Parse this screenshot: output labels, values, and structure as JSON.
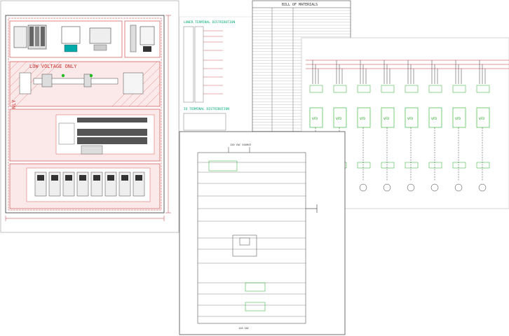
{
  "panel_layout": {
    "low_voltage_label": "LOW VOLTAGE ONLY",
    "low_voltage_side_label": "LOW VOLTAGE ONLY"
  },
  "terminal_schedule": {
    "title": "LOWER TERMINAL DISTRIBUTION",
    "second_title": "IO TERMINAL DISTRIBUTION"
  },
  "bill_of_materials": {
    "title": "BILL OF MATERIALS"
  },
  "power_schematic": {
    "drive_label": "VFD",
    "drive_count": 8
  },
  "control_schematic": {
    "top_note": "120 VAC SOURCE",
    "bottom_note": "120 VAC"
  }
}
